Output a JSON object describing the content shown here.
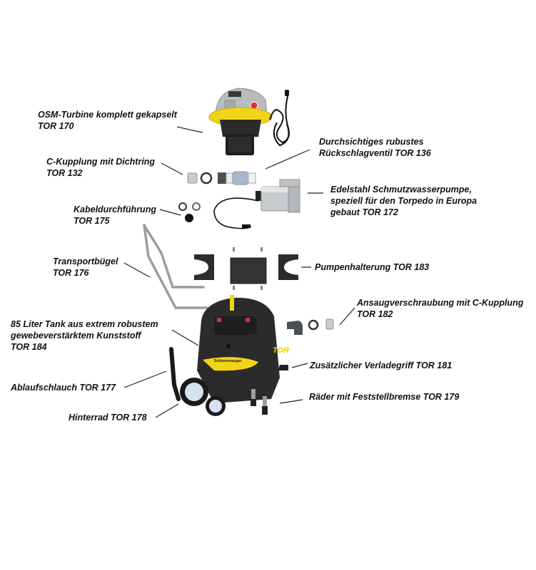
{
  "diagram": {
    "colors": {
      "text": "#111111",
      "leader": "#222222",
      "tank": "#2b2b2b",
      "accent_yellow": "#f2d417",
      "turbine_grey": "#b9bcbd",
      "steel": "#c9ccce"
    },
    "tank_text": {
      "brand": "TOR",
      "sticker": "Schlammsauger"
    },
    "callouts": [
      {
        "id": "turbine",
        "lines": [
          "OSM-Turbine komplett gekapselt",
          "TOR 170"
        ]
      },
      {
        "id": "valve",
        "lines": [
          "Durchsichtiges rubustes",
          "Rückschlagventil TOR 136"
        ]
      },
      {
        "id": "coupling",
        "lines": [
          "C-Kupplung mit Dichtring",
          "TOR 132"
        ]
      },
      {
        "id": "pump",
        "lines": [
          "Edelstahl Schmutzwasserpumpe,",
          "speziell für den Torpedo in Europa",
          "gebaut TOR 172"
        ]
      },
      {
        "id": "cable-gland",
        "lines": [
          "Kabeldurchführung",
          "TOR 175"
        ]
      },
      {
        "id": "handle",
        "lines": [
          "Transportbügel",
          "TOR 176"
        ]
      },
      {
        "id": "pump-holder",
        "lines": [
          "Pumpenhalterung TOR 183"
        ]
      },
      {
        "id": "intake",
        "lines": [
          "Ansaugverschraubung mit C-Kupplung",
          "TOR 182"
        ]
      },
      {
        "id": "tank",
        "lines": [
          "85 Liter Tank aus extrem robustem",
          "gewebeverstärktem Kunststoff",
          "TOR 184"
        ]
      },
      {
        "id": "grip",
        "lines": [
          "Zusätzlicher Verladegriff TOR 181"
        ]
      },
      {
        "id": "drain-hose",
        "lines": [
          "Ablaufschlauch TOR 177"
        ]
      },
      {
        "id": "casters",
        "lines": [
          "Räder mit Feststellbremse TOR 179"
        ]
      },
      {
        "id": "rear-wheel",
        "lines": [
          "Hinterrad TOR 178"
        ]
      }
    ]
  }
}
